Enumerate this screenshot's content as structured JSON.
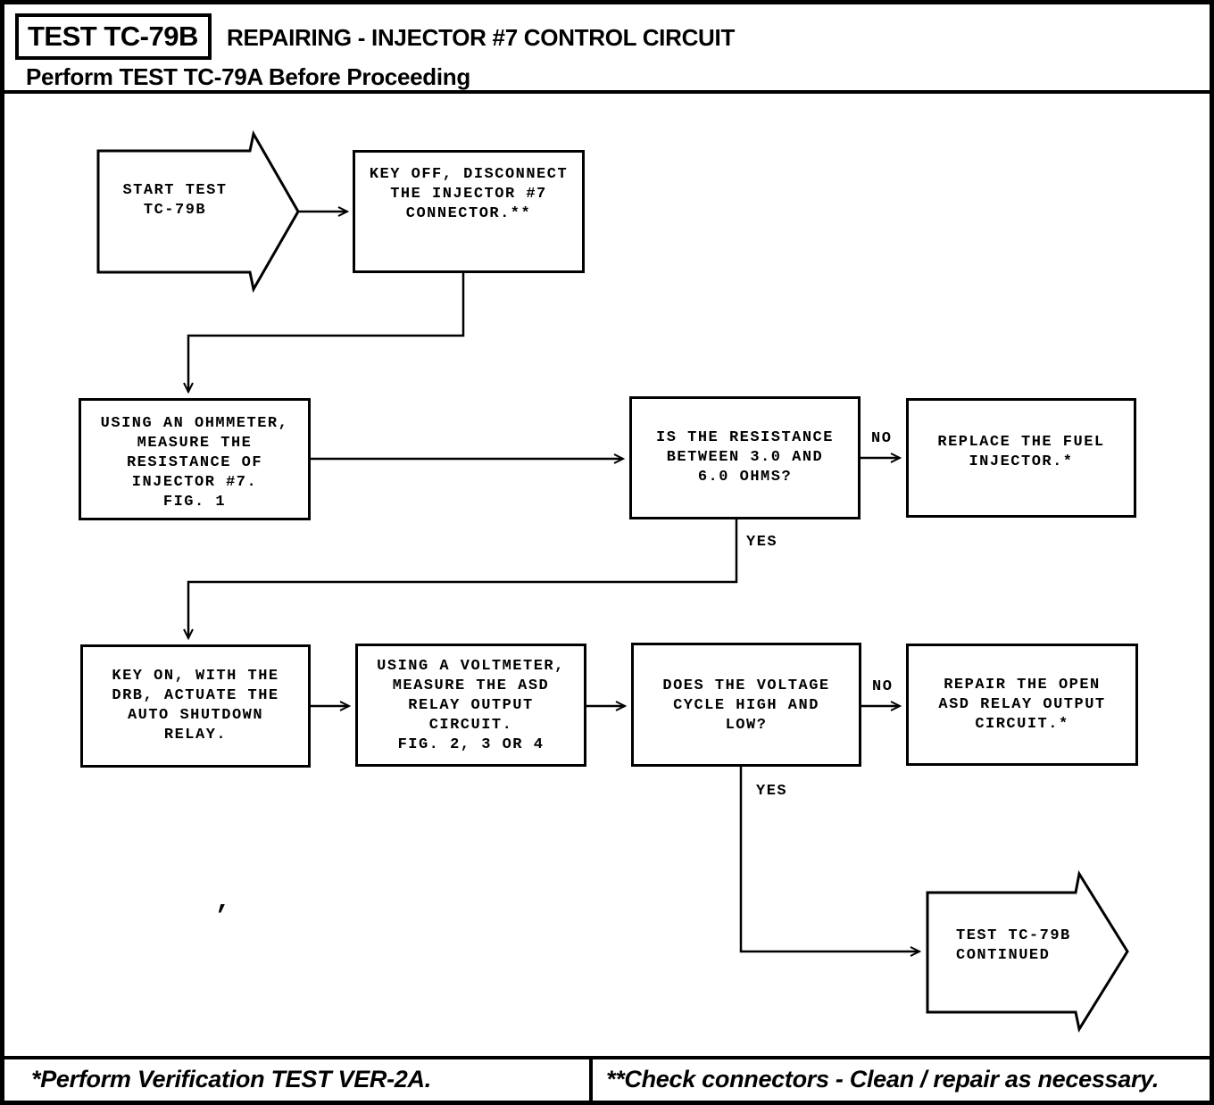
{
  "header": {
    "test_id": "TEST TC-79B",
    "title": "REPAIRING - INJECTOR #7 CONTROL CIRCUIT",
    "subtitle": "Perform TEST TC-79A Before Proceeding"
  },
  "flowchart": {
    "start_label": "START TEST\nTC-79B",
    "end_label": "TEST TC-79B\nCONTINUED",
    "decision_yes": "YES",
    "decision_no": "NO",
    "nodes": [
      {
        "id": "key-off-disconnect",
        "text": "KEY OFF, DISCONNECT\nTHE INJECTOR #7\nCONNECTOR.**"
      },
      {
        "id": "measure-resistance",
        "text": "USING AN OHMMETER,\nMEASURE THE\nRESISTANCE OF\nINJECTOR #7.\nFIG. 1"
      },
      {
        "id": "resistance-in-range",
        "text": "IS THE RESISTANCE\nBETWEEN 3.0 AND\n6.0 OHMS?"
      },
      {
        "id": "replace-fuel-injector",
        "text": "REPLACE THE FUEL\nINJECTOR.*"
      },
      {
        "id": "actuate-asd-relay",
        "text": "KEY ON, WITH THE\nDRB, ACTUATE THE\nAUTO SHUTDOWN\nRELAY."
      },
      {
        "id": "measure-asd-output",
        "text": "USING A VOLTMETER,\nMEASURE THE ASD\nRELAY OUTPUT\nCIRCUIT.\nFIG. 2, 3 OR 4"
      },
      {
        "id": "voltage-cycles",
        "text": "DOES THE VOLTAGE\nCYCLE HIGH AND\nLOW?"
      },
      {
        "id": "repair-asd-circuit",
        "text": "REPAIR THE OPEN\nASD RELAY OUTPUT\nCIRCUIT.*"
      }
    ],
    "stray_mark": ","
  },
  "footer": {
    "left_note": "*Perform Verification TEST VER-2A.",
    "right_note": "**Check connectors - Clean / repair as necessary."
  }
}
